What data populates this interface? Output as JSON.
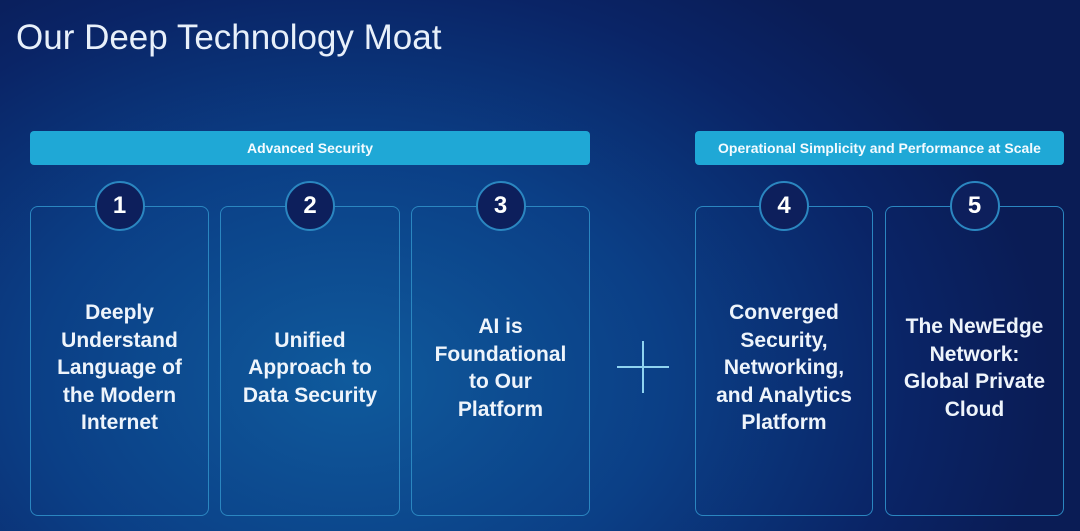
{
  "title": "Our Deep Technology Moat",
  "groups": [
    {
      "label": "Advanced Security"
    },
    {
      "label": "Operational Simplicity and Performance at Scale"
    }
  ],
  "cards": [
    {
      "number": "1",
      "text": "Deeply\nUnderstand\nLanguage of\nthe Modern\nInternet"
    },
    {
      "number": "2",
      "text": "Unified\nApproach to\nData Security"
    },
    {
      "number": "3",
      "text": "AI is\nFoundational\nto Our\nPlatform"
    },
    {
      "number": "4",
      "text": "Converged\nSecurity,\nNetworking,\nand Analytics\nPlatform"
    },
    {
      "number": "5",
      "text": "The NewEdge\nNetwork:\nGlobal Private\nCloud"
    }
  ],
  "icons": {
    "plus": "plus-icon"
  }
}
